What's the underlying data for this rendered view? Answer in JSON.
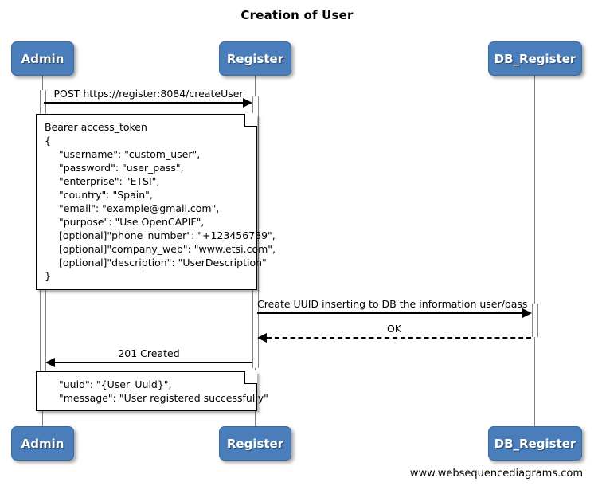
{
  "diagram": {
    "title": "Creation of User",
    "footer_credit": "www.websequencediagrams.com",
    "accent_color": "#4a7ebb",
    "line_color": "#000000",
    "lifeline_color": "#808080"
  },
  "participants": [
    {
      "id": "admin",
      "label": "Admin"
    },
    {
      "id": "register",
      "label": "Register"
    },
    {
      "id": "db_register",
      "label": "DB_Register"
    }
  ],
  "messages": [
    {
      "id": "m1",
      "label": "POST https://register:8084/createUser",
      "from": "admin",
      "to": "register",
      "style": "solid",
      "direction": "right"
    },
    {
      "id": "m2",
      "label": "Create UUID inserting to DB the information user/pass",
      "from": "register",
      "to": "db_register",
      "style": "solid",
      "direction": "right"
    },
    {
      "id": "m3",
      "label": "OK",
      "from": "db_register",
      "to": "register",
      "style": "dashed",
      "direction": "left"
    },
    {
      "id": "m4",
      "label": "201 Created",
      "from": "register",
      "to": "admin",
      "style": "solid",
      "direction": "left"
    }
  ],
  "notes": [
    {
      "id": "request-note",
      "lines": [
        {
          "text": "Bearer access_token",
          "indent": false
        },
        {
          "text": "{",
          "indent": false
        },
        {
          "text": "\"username\": \"custom_user\",",
          "indent": true
        },
        {
          "text": "\"password\": \"user_pass\",",
          "indent": true
        },
        {
          "text": "\"enterprise\": \"ETSI\",",
          "indent": true
        },
        {
          "text": "\"country\": \"Spain\",",
          "indent": true
        },
        {
          "text": "\"email\": \"example@gmail.com\",",
          "indent": true
        },
        {
          "text": "\"purpose\": \"Use OpenCAPIF\",",
          "indent": true
        },
        {
          "text": "[optional]\"phone_number\": \"+123456789\",",
          "indent": true
        },
        {
          "text": "[optional]\"company_web\": \"www.etsi.com\",",
          "indent": true
        },
        {
          "text": "[optional]\"description\": \"UserDescription\"",
          "indent": true
        },
        {
          "text": "}",
          "indent": false
        }
      ]
    },
    {
      "id": "response-note",
      "lines": [
        {
          "text": "\"uuid\": \"{User_Uuid}\",",
          "indent": true
        },
        {
          "text": "\"message\": \"User registered successfully\"",
          "indent": true
        }
      ]
    }
  ]
}
